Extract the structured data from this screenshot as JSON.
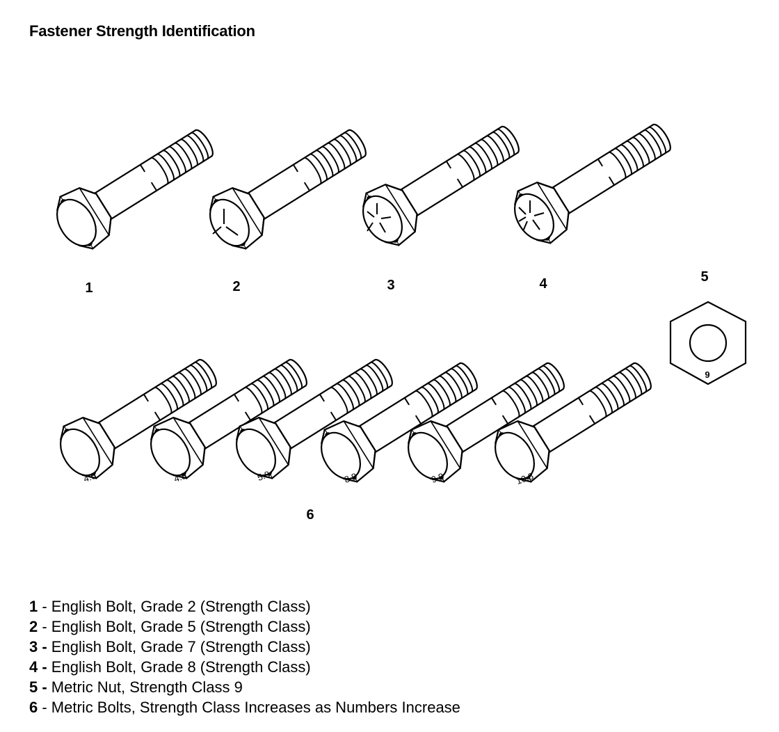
{
  "title": "Fastener Strength Identification",
  "callouts": [
    "1",
    "2",
    "3",
    "4",
    "5",
    "6"
  ],
  "english_bolts": [
    {
      "callout": "1",
      "head_mark": "none"
    },
    {
      "callout": "2",
      "head_mark": "3 radial lines"
    },
    {
      "callout": "3",
      "head_mark": "5 radial lines"
    },
    {
      "callout": "4",
      "head_mark": "6 radial lines"
    }
  ],
  "metric_nut": {
    "callout": "5",
    "mark": "9"
  },
  "metric_bolts": [
    {
      "mark": "4.6"
    },
    {
      "mark": "4.8"
    },
    {
      "mark": "5.8"
    },
    {
      "mark": "8.8"
    },
    {
      "mark": "9.8"
    },
    {
      "mark": "10.8"
    }
  ],
  "legend": [
    {
      "num": "1",
      "text": " - English Bolt, Grade 2 (Strength Class)"
    },
    {
      "num": "2",
      "text": " - English Bolt, Grade 5 (Strength Class)"
    },
    {
      "num": "3 -",
      "text": " English Bolt, Grade 7 (Strength Class)"
    },
    {
      "num": "4 -",
      "text": " English Bolt, Grade 8 (Strength Class)"
    },
    {
      "num": "5 -",
      "text": " Metric Nut, Strength Class 9"
    },
    {
      "num": "6",
      "text": " - Metric Bolts, Strength Class Increases as Numbers Increase"
    }
  ]
}
